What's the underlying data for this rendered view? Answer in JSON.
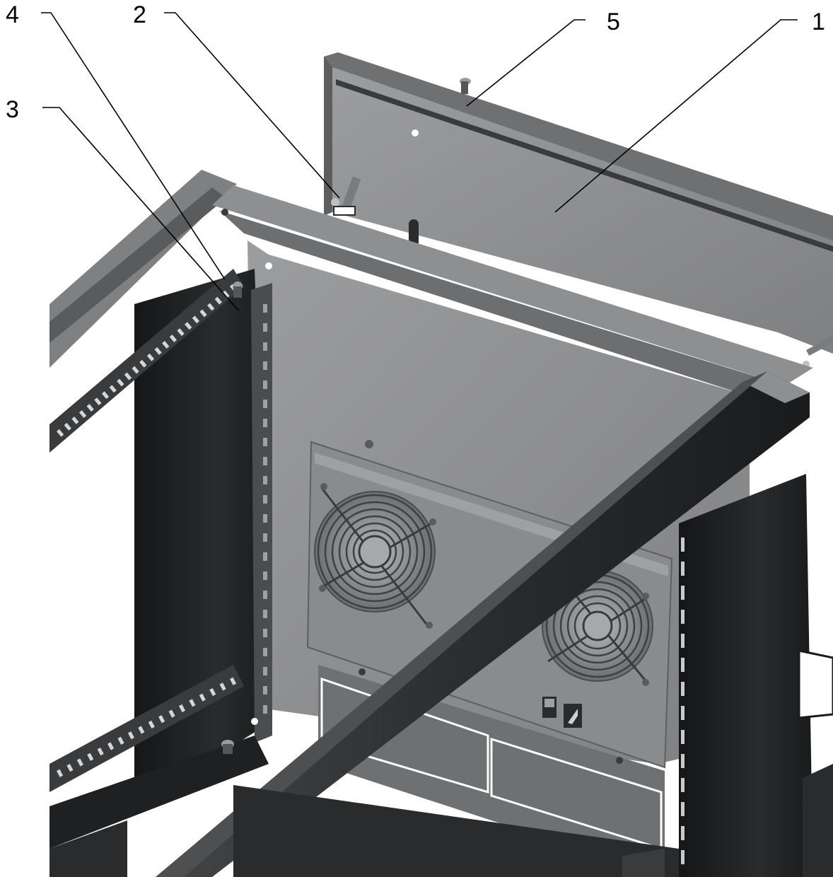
{
  "callouts": [
    {
      "id": "4",
      "label": "4",
      "part": "rack-frame"
    },
    {
      "id": "2",
      "label": "2",
      "part": "hinge-pin"
    },
    {
      "id": "5",
      "label": "5",
      "part": "top-panel-edge"
    },
    {
      "id": "1",
      "label": "1",
      "part": "top-panel"
    },
    {
      "id": "3",
      "label": "3",
      "part": "mounting-rail"
    }
  ],
  "colors": {
    "panel": "#8b8c8e",
    "panel_light": "#a3a4a6",
    "frame_dark": "#1f2021",
    "frame_mid": "#3a3b3c",
    "frame_edge": "#6f7072",
    "background": "#ffffff",
    "leader_line": "#000000"
  }
}
